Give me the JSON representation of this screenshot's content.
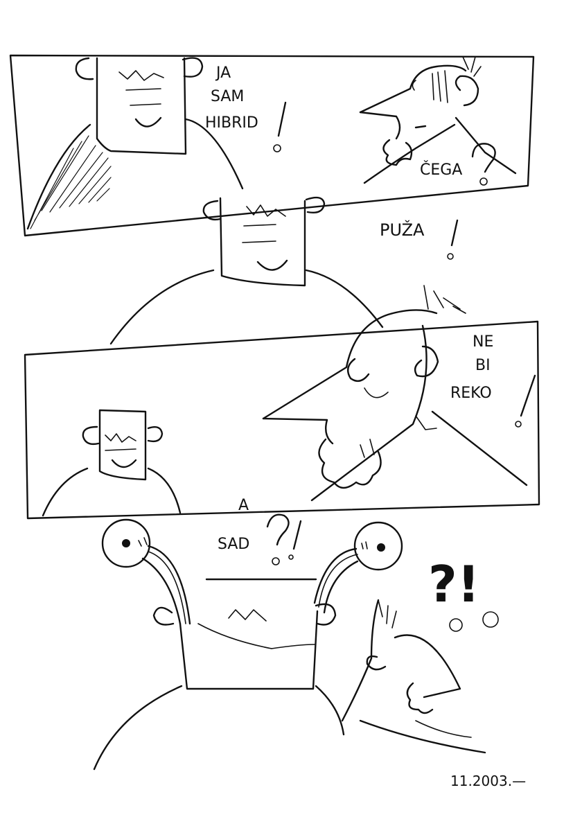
{
  "comic": {
    "panel1": {
      "speech_left": [
        "JA",
        "SAM",
        "HIBRID"
      ],
      "speech_right": "ČEGA"
    },
    "panel2": {
      "speech": "PUŽA"
    },
    "panel3": {
      "speech": [
        "NE",
        "BI",
        "REKO"
      ]
    },
    "panel4": {
      "speech": [
        "A",
        "SAD"
      ],
      "reaction": "?!"
    },
    "signature": "11.2003.—"
  }
}
